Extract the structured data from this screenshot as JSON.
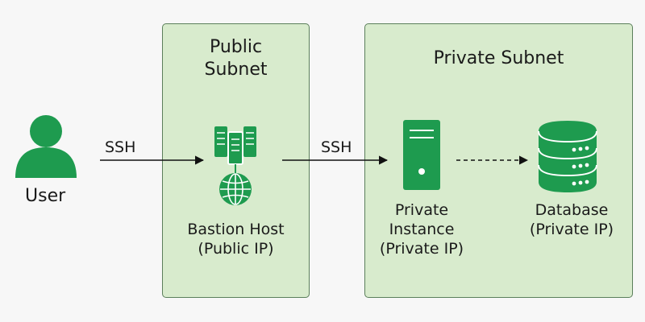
{
  "colors": {
    "accent": "#1e9b4f",
    "subnet_fill": "#d8ebcd",
    "subnet_border": "#5b7f5b",
    "arrow": "#111111",
    "background": "#f7f7f7"
  },
  "user": {
    "label": "User",
    "icon": "user-icon"
  },
  "connections": {
    "ssh_left": "SSH",
    "ssh_right": "SSH"
  },
  "public_subnet": {
    "title": "Public\nSubnet",
    "bastion": {
      "label": "Bastion Host\n(Public IP)",
      "icons": [
        "server-cluster-icon",
        "globe-icon"
      ]
    }
  },
  "private_subnet": {
    "title": "Private Subnet",
    "instance": {
      "label": "Private\nInstance\n(Private IP)",
      "icon": "server-icon"
    },
    "database": {
      "label": "Database\n(Private IP)",
      "icon": "database-icon"
    }
  }
}
